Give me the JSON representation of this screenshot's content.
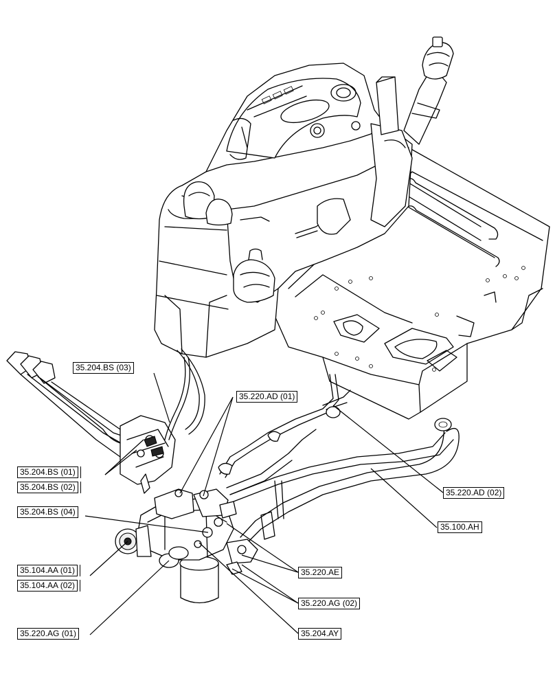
{
  "callouts": {
    "bs03": "35.204.BS (03)",
    "ad01": "35.220.AD (01)",
    "bs01": "35.204.BS (01)",
    "bs02": "35.204.BS (02)",
    "bs04": "35.204.BS (04)",
    "aa01": "35.104.AA (01)",
    "aa02": "35.104.AA (02)",
    "ag01": "35.220.AG (01)",
    "ad02": "35.220.AD (02)",
    "ah": "35.100.AH",
    "ae": "35.220.AE",
    "ag02": "35.220.AG (02)",
    "ay": "35.204.AY"
  }
}
